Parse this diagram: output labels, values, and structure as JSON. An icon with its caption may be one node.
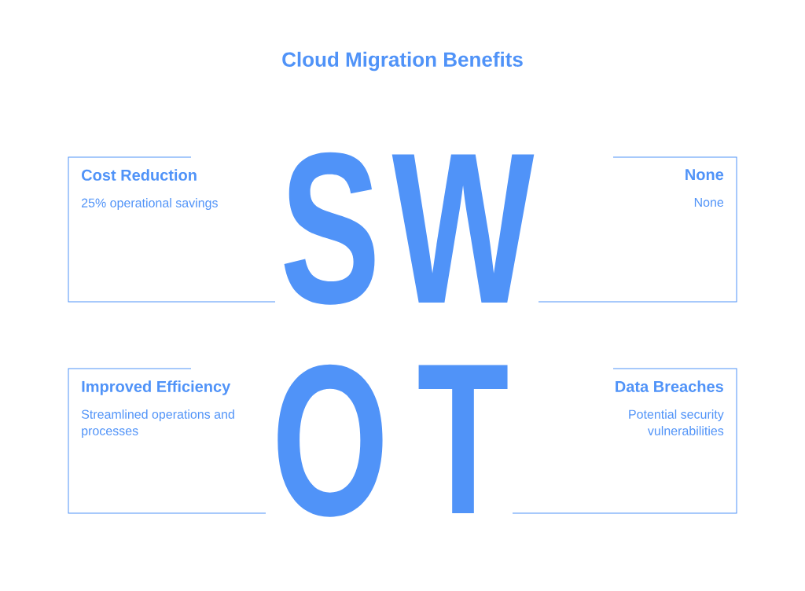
{
  "diagram": {
    "title": "Cloud Migration Benefits",
    "nodes": [
      {
        "text": [
          "Cost Reduction",
          "25% operational savings"
        ]
      },
      {
        "text": [
          "None",
          "None"
        ]
      },
      {
        "text": [
          "Improved Efficiency",
          "Streamlined operations and processes"
        ]
      },
      {
        "text": [
          "Data Breaches",
          "Potential security vulnerabilities"
        ]
      }
    ],
    "labels": [
      "S",
      "W",
      "O",
      "T"
    ]
  }
}
